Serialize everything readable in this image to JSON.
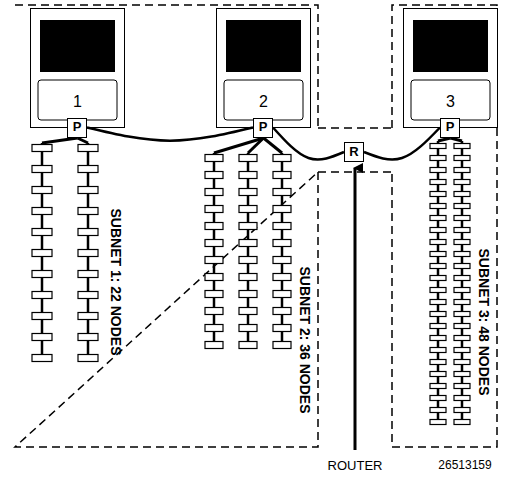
{
  "diagram": {
    "nodes": [
      {
        "text": [
          "1"
        ]
      },
      {
        "text": [
          "P"
        ],
        "in": 0
      },
      {
        "text": [
          "2"
        ]
      },
      {
        "text": [
          "P"
        ],
        "in": 2
      },
      {
        "text": [
          "3"
        ]
      },
      {
        "text": [
          "P"
        ],
        "in": 4
      },
      {
        "text": [
          "R"
        ]
      }
    ],
    "edges": [
      {
        "from": 1,
        "to": 3,
        "arrow": "none"
      },
      {
        "from": 3,
        "to": 6,
        "arrow": "none"
      },
      {
        "from": 6,
        "to": 5,
        "arrow": "none"
      }
    ],
    "labels": [
      "SUBNET 1: 22 NODES",
      "SUBNET 2: 36 NODES",
      "SUBNET 3: 48 NODES",
      "ROUTER",
      "26513159"
    ]
  }
}
